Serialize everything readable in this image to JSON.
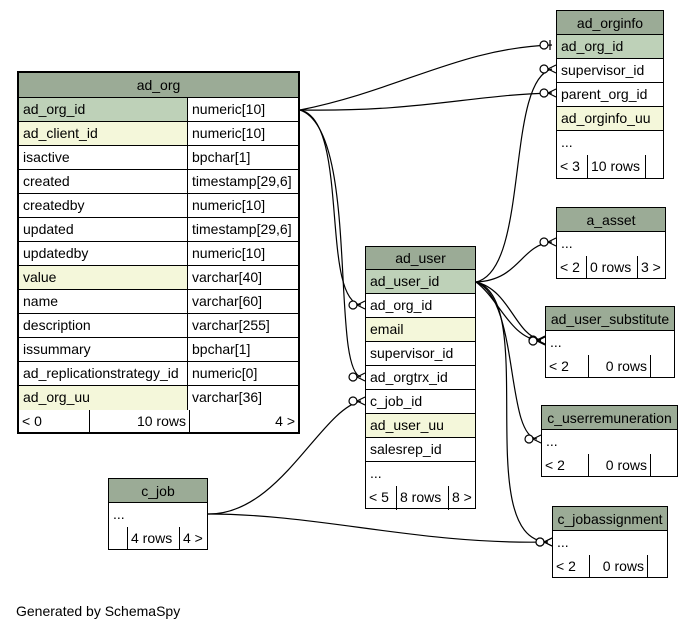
{
  "footer": "Generated by SchemaSpy",
  "tables": {
    "ad_org": {
      "name": "ad_org",
      "columns": [
        {
          "name": "ad_org_id",
          "type": "numeric[10]",
          "kind": "pk"
        },
        {
          "name": "ad_client_id",
          "type": "numeric[10]",
          "kind": "idx"
        },
        {
          "name": "isactive",
          "type": "bpchar[1]",
          "kind": ""
        },
        {
          "name": "created",
          "type": "timestamp[29,6]",
          "kind": ""
        },
        {
          "name": "createdby",
          "type": "numeric[10]",
          "kind": ""
        },
        {
          "name": "updated",
          "type": "timestamp[29,6]",
          "kind": ""
        },
        {
          "name": "updatedby",
          "type": "numeric[10]",
          "kind": ""
        },
        {
          "name": "value",
          "type": "varchar[40]",
          "kind": "idx"
        },
        {
          "name": "name",
          "type": "varchar[60]",
          "kind": ""
        },
        {
          "name": "description",
          "type": "varchar[255]",
          "kind": ""
        },
        {
          "name": "issummary",
          "type": "bpchar[1]",
          "kind": ""
        },
        {
          "name": "ad_replicationstrategy_id",
          "type": "numeric[0]",
          "kind": ""
        },
        {
          "name": "ad_org_uu",
          "type": "varchar[36]",
          "kind": "idx"
        }
      ],
      "footer": [
        "< 0",
        "10 rows",
        "4 >"
      ]
    },
    "ad_orginfo": {
      "name": "ad_orginfo",
      "columns": [
        {
          "name": "ad_org_id",
          "kind": "pk"
        },
        {
          "name": "supervisor_id",
          "kind": ""
        },
        {
          "name": "parent_org_id",
          "kind": ""
        },
        {
          "name": "ad_orginfo_uu",
          "kind": "idx"
        },
        {
          "name": "...",
          "kind": ""
        }
      ],
      "footer": [
        "< 3",
        "10 rows",
        ""
      ]
    },
    "a_asset": {
      "name": "a_asset",
      "columns": [
        {
          "name": "...",
          "kind": ""
        }
      ],
      "footer": [
        "< 2",
        "0 rows",
        "3 >"
      ]
    },
    "ad_user": {
      "name": "ad_user",
      "columns": [
        {
          "name": "ad_user_id",
          "kind": "pk"
        },
        {
          "name": "ad_org_id",
          "kind": ""
        },
        {
          "name": "email",
          "kind": "idx"
        },
        {
          "name": "supervisor_id",
          "kind": ""
        },
        {
          "name": "ad_orgtrx_id",
          "kind": ""
        },
        {
          "name": "c_job_id",
          "kind": ""
        },
        {
          "name": "ad_user_uu",
          "kind": "idx"
        },
        {
          "name": "salesrep_id",
          "kind": ""
        },
        {
          "name": "...",
          "kind": ""
        }
      ],
      "footer": [
        "< 5",
        "8 rows",
        "8 >"
      ]
    },
    "ad_user_substitute": {
      "name": "ad_user_substitute",
      "columns": [
        {
          "name": "...",
          "kind": ""
        }
      ],
      "footer": [
        "< 2",
        "0 rows",
        ""
      ]
    },
    "c_userremuneration": {
      "name": "c_userremuneration",
      "columns": [
        {
          "name": "...",
          "kind": ""
        }
      ],
      "footer": [
        "< 2",
        "0 rows",
        ""
      ]
    },
    "c_job": {
      "name": "c_job",
      "columns": [
        {
          "name": "...",
          "kind": ""
        }
      ],
      "footer": [
        "",
        "4 rows",
        "4 >"
      ]
    },
    "c_jobassignment": {
      "name": "c_jobassignment",
      "columns": [
        {
          "name": "...",
          "kind": ""
        }
      ],
      "footer": [
        "< 2",
        "0 rows",
        ""
      ]
    }
  }
}
